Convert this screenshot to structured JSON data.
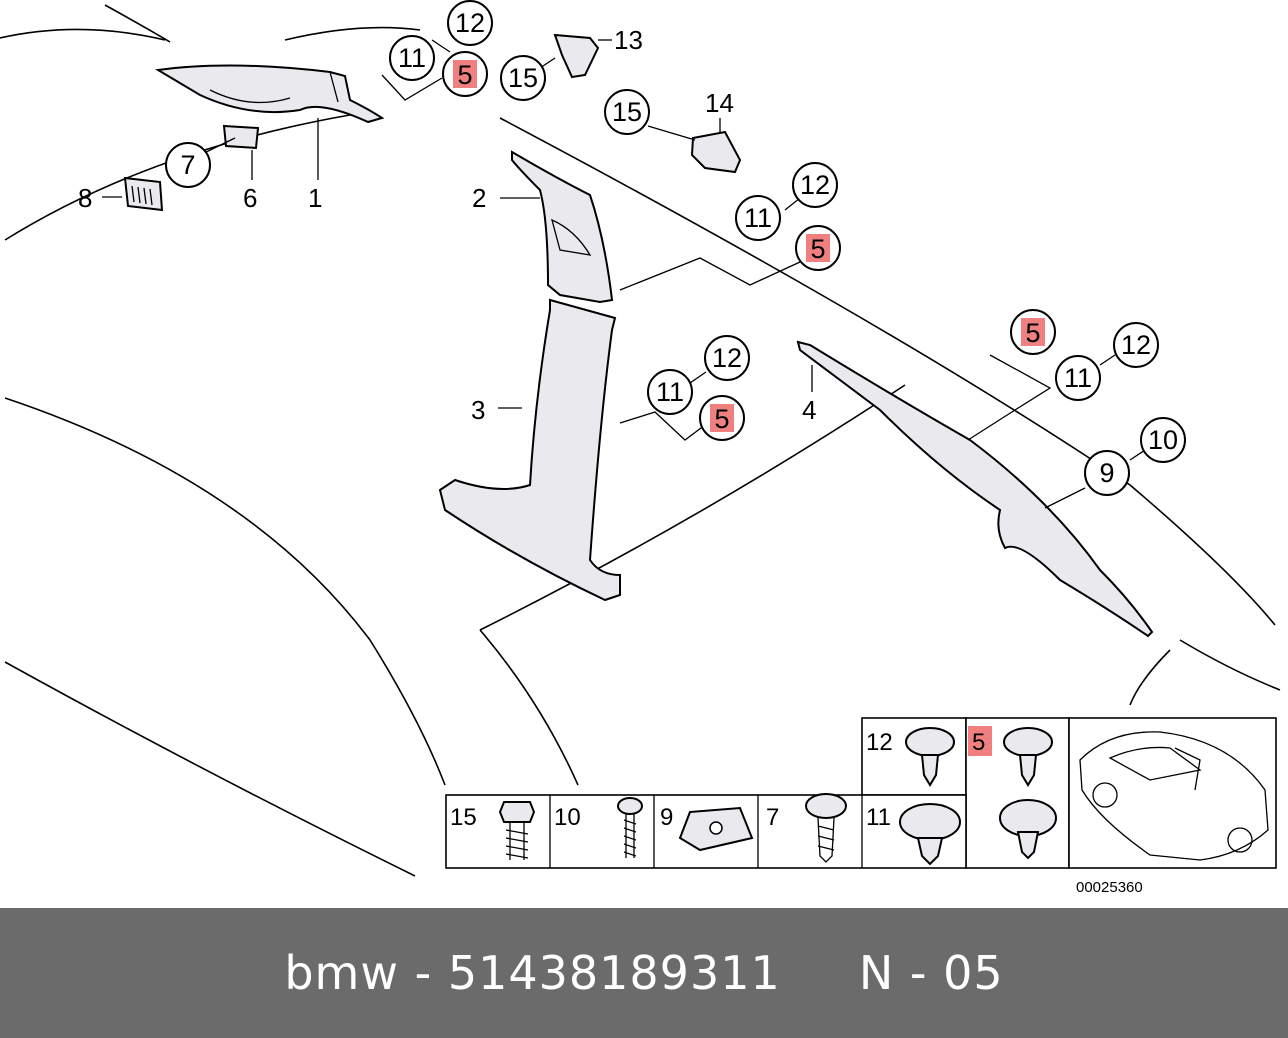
{
  "footer": {
    "text": "bmw - 51438189311     N - 05"
  },
  "diagram_id": "00025360",
  "callouts": {
    "c12a": "12",
    "c11a": "11",
    "c5a": "5",
    "c13": "13",
    "c15a": "15",
    "c15b": "15",
    "c14": "14",
    "c7": "7",
    "c8": "8",
    "c6": "6",
    "c1": "1",
    "c2": "2",
    "c12b": "12",
    "c11b": "11",
    "c5b": "5",
    "c3": "3",
    "c12c": "12",
    "c11c": "11",
    "c5c": "5",
    "c4": "4",
    "c5d": "5",
    "c11d": "11",
    "c12d": "12",
    "c9": "9",
    "c10": "10"
  },
  "fastener_table": {
    "top": [
      "12",
      "5"
    ],
    "bottom": [
      "15",
      "10",
      "9",
      "7",
      "11"
    ]
  },
  "colors": {
    "highlight": "#f08080",
    "footer_bg": "#6b6b6b"
  }
}
